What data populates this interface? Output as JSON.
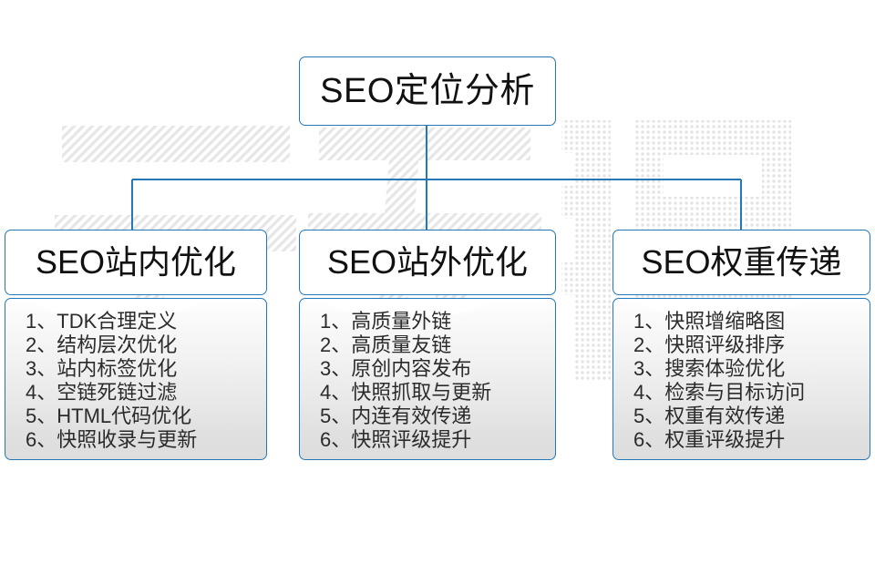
{
  "diagram": {
    "title": "SEO定位分析",
    "watermark_text": "云无限",
    "accent_color": "#2478b8",
    "text_color": "#111111",
    "body_text_color": "#2b2b2b",
    "root": {
      "label": "SEO定位分析"
    },
    "branches": [
      {
        "id": "onsite",
        "header": "SEO站内优化",
        "items": [
          {
            "num": "1、",
            "text": "TDK合理定义"
          },
          {
            "num": "2、",
            "text": "结构层次优化"
          },
          {
            "num": "3、",
            "text": "站内标签优化"
          },
          {
            "num": "4、",
            "text": "空链死链过滤"
          },
          {
            "num": "5、",
            "text": "HTML代码优化"
          },
          {
            "num": "6、",
            "text": "快照收录与更新"
          }
        ]
      },
      {
        "id": "offsite",
        "header": "SEO站外优化",
        "items": [
          {
            "num": "1、",
            "text": "高质量外链"
          },
          {
            "num": "2、",
            "text": "高质量友链"
          },
          {
            "num": "3、",
            "text": "原创内容发布"
          },
          {
            "num": "4、",
            "text": "快照抓取与更新"
          },
          {
            "num": "5、",
            "text": "内连有效传递"
          },
          {
            "num": "6、",
            "text": "快照评级提升"
          }
        ]
      },
      {
        "id": "weight",
        "header": "SEO权重传递",
        "items": [
          {
            "num": "1、",
            "text": "快照增缩略图"
          },
          {
            "num": "2、",
            "text": "快照评级排序"
          },
          {
            "num": "3、",
            "text": "搜索体验优化"
          },
          {
            "num": "4、",
            "text": "检索与目标访问"
          },
          {
            "num": "5、",
            "text": "权重有效传递"
          },
          {
            "num": "6、",
            "text": "权重评级提升"
          }
        ]
      }
    ]
  }
}
